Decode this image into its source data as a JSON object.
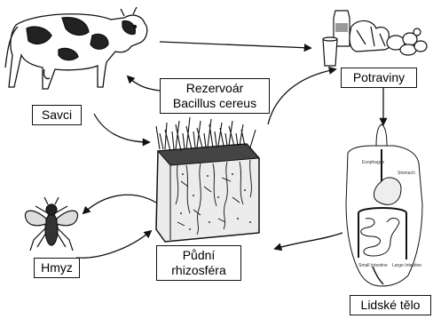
{
  "diagram": {
    "nodes": {
      "reservoir": {
        "line1": "Rezervoár",
        "line2": "Bacillus cereus"
      },
      "food": {
        "label": "Potraviny"
      },
      "mammals": {
        "label": "Savci"
      },
      "insects": {
        "label": "Hmyz"
      },
      "soil": {
        "line1": "Půdní",
        "line2": "rhizosféra"
      },
      "human": {
        "label": "Lidské tělo"
      }
    },
    "anatomy_labels": {
      "esophagus": "Esophagus",
      "stomach": "Stomach",
      "small_intestine": "Small Intestine",
      "large_intestine": "Large Intestine"
    },
    "colors": {
      "line": "#111111",
      "background": "#ffffff"
    }
  }
}
